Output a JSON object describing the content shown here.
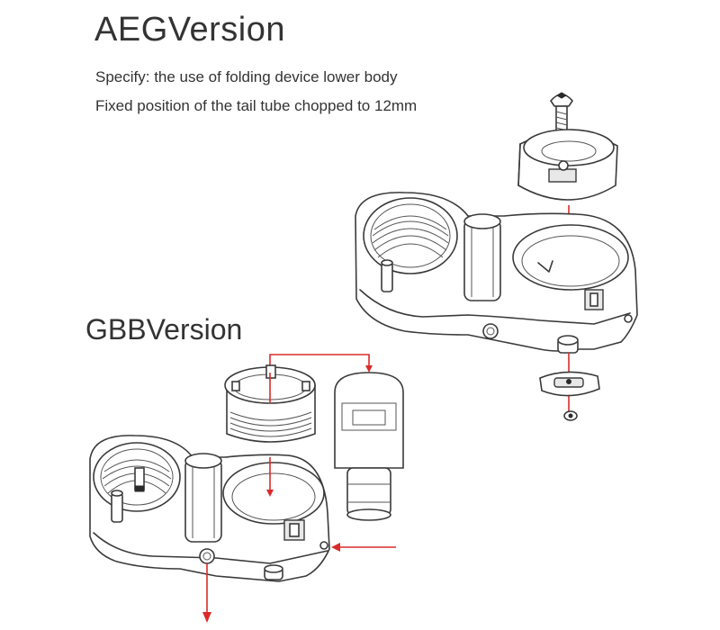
{
  "aeg": {
    "title": "AEGVersion",
    "spec_line_1": "Specify: the use of folding device lower body",
    "spec_line_2": "Fixed position of the tail tube chopped to 12mm"
  },
  "gbb": {
    "title": "GBBVersion"
  },
  "colors": {
    "text": "#333333",
    "line_art": "#3a3a3a",
    "arrow": "#d92b2b"
  }
}
